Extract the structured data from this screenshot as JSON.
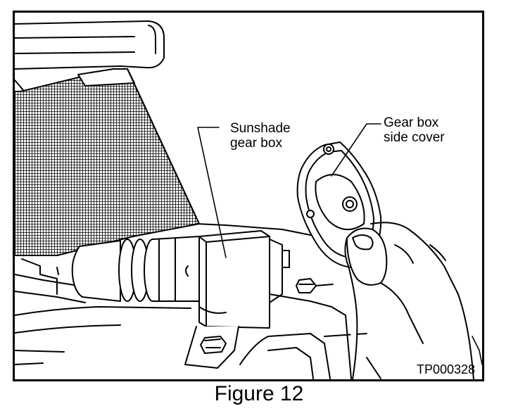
{
  "figure": {
    "caption": "Figure 12",
    "reference_code": "TP000328"
  },
  "callouts": {
    "gear_box": "Sunshade\ngear box",
    "side_cover": "Gear box\nside cover"
  },
  "colors": {
    "line": "#000000",
    "background": "#ffffff"
  }
}
